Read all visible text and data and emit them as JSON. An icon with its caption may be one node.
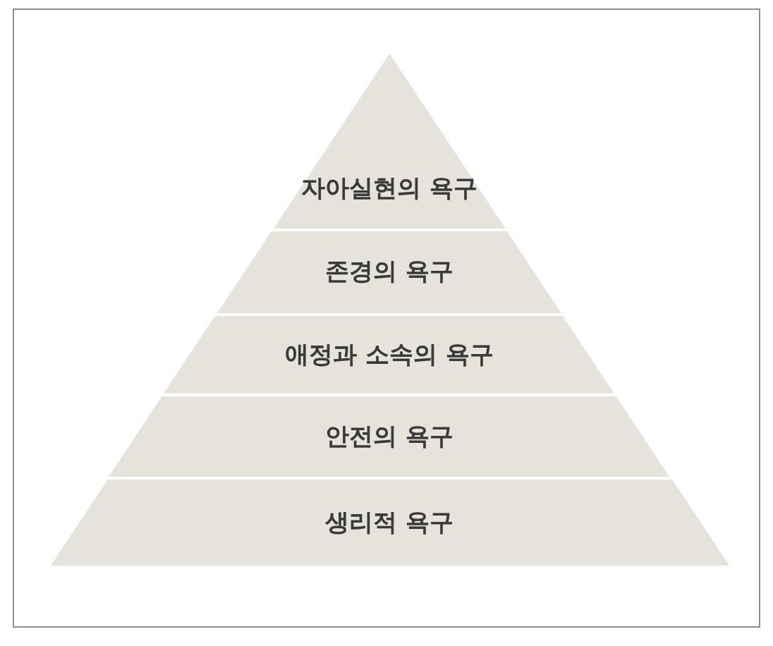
{
  "diagram": {
    "nodes": [
      {
        "text": [
          "자아실현의 욕구"
        ]
      },
      {
        "text": [
          "존경의 욕구"
        ]
      },
      {
        "text": [
          "애정과 소속의 욕구"
        ]
      },
      {
        "text": [
          "안전의 욕구"
        ]
      },
      {
        "text": [
          "생리적 욕구"
        ]
      }
    ]
  }
}
